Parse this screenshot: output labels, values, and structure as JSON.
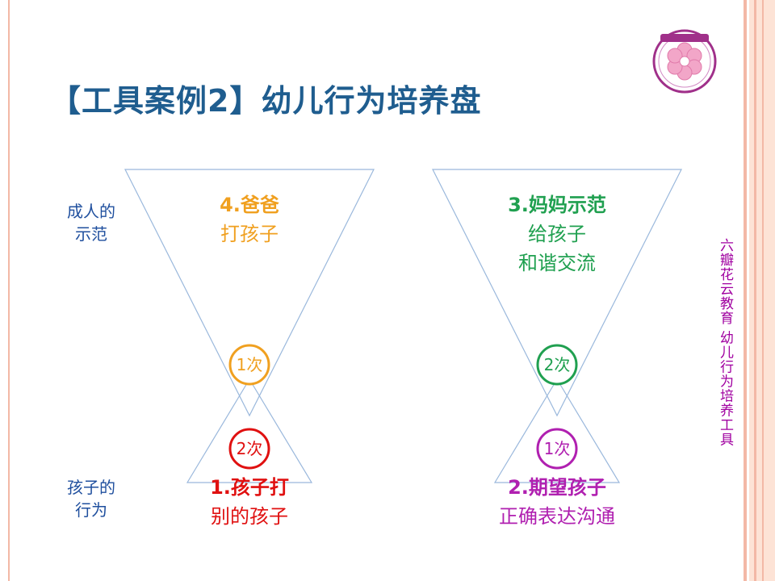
{
  "title": "【工具案例2】幼儿行为培养盘",
  "row_labels": {
    "adult": [
      "成人的",
      "示范"
    ],
    "child": [
      "孩子的",
      "行为"
    ]
  },
  "left": {
    "top_text": [
      "4.爸爸",
      "打孩子"
    ],
    "bottom_text": [
      "1.孩子打",
      "别的孩子"
    ],
    "circle_upper": "1次",
    "circle_lower": "2次",
    "top_color": "#f0a020",
    "bottom_color": "#e01010"
  },
  "right": {
    "top_text": [
      "3.妈妈示范",
      "给孩子",
      "和谐交流"
    ],
    "bottom_text": [
      "2.期望孩子",
      "正确表达沟通"
    ],
    "circle_upper": "2次",
    "circle_lower": "1次",
    "top_color": "#20a050",
    "bottom_color": "#b020b0"
  },
  "vertical_text": "六瓣花云教育  幼儿行为培养工具",
  "logo_icon": "six-petal-flower-logo"
}
